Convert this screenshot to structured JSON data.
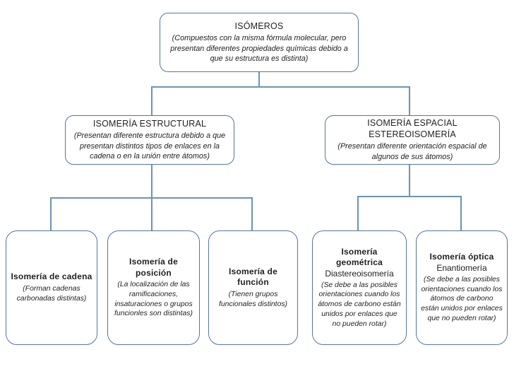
{
  "diagram": {
    "root": {
      "title": "ISÓMEROS",
      "description": "(Compuestos con la misma fórmula molecular, pero presentan diferentes propiedades químicas debido a que su estructura es distinta)"
    },
    "branches": [
      {
        "title": "ISOMERÍA ESTRUCTURAL",
        "subtitle": "",
        "description": "(Presentan diferente estructura debido a que presentan distintos tipos de enlaces en la cadena o en la unión entre átomos)"
      },
      {
        "title": "ISOMERÍA ESPACIAL",
        "subtitle": "ESTEREOISOMERÍA",
        "description": "(Presentan diferente orientación espacial de algunos de sus átomos)"
      }
    ],
    "leaves": [
      {
        "title": "Isomería de cadena",
        "subtitle": "",
        "description": "(Forman cadenas carbonadas distintas)"
      },
      {
        "title": "Isomería de posición",
        "subtitle": "",
        "description": "(La localización de las ramificaciones, insaturaciones o grupos funcionles son distintas)"
      },
      {
        "title": "Isomería de función",
        "subtitle": "",
        "description": "(Tienen grupos funcionales distintos)"
      },
      {
        "title": "Isomería geométrica",
        "subtitle": "Diastereoisomería",
        "description": "(Se debe a las posibles orientaciones cuando los átomos de carbono están unidos por enlaces que no pueden rotar)"
      },
      {
        "title": "Isomería óptica",
        "subtitle": "Enantiomería",
        "description": "(Se debe a las posibles orientaciones cuando los átomos de carbono están unidos por enlaces que no pueden rotar)"
      }
    ],
    "colors": {
      "box_border": "#54779b",
      "connector": "#6b93b5",
      "text": "#1f1f1f",
      "background": "#ffffff"
    }
  }
}
